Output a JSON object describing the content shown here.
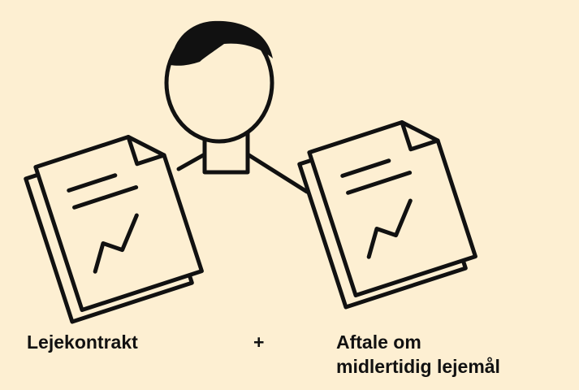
{
  "labels": {
    "left": "Lejekontrakt",
    "plus": "+",
    "right_line1": "Aftale om",
    "right_line2": "midlertidig lejemål"
  },
  "colors": {
    "background": "#fdefd2",
    "ink": "#111111",
    "paper": "#ffffff",
    "hair": "#111111"
  },
  "icons": [
    "person-icon",
    "document-stack-icon",
    "document-stack-icon"
  ]
}
